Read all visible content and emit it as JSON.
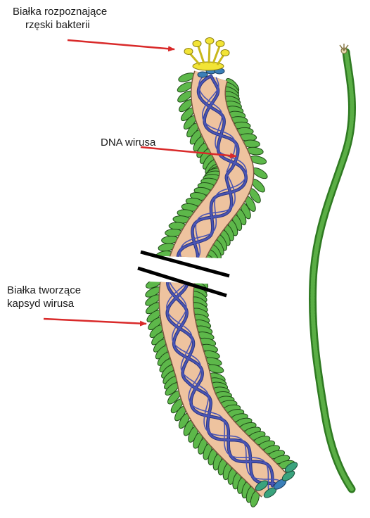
{
  "labels": {
    "receptor_proteins": {
      "line1": "Białka rozpoznające",
      "line2": "rzęski bakterii"
    },
    "viral_dna": {
      "text": "DNA wirusa"
    },
    "capsid_proteins": {
      "line1": "Białka tworzące",
      "line2": "kapsyd wirusa"
    }
  },
  "colors": {
    "capsid_green": "#5db84a",
    "capsid_outline": "#1f4a17",
    "core_tan": "#eec39f",
    "dna_blue": "#4a55b5",
    "dna_dark": "#2b3580",
    "tip_blue": "#3a7fb8",
    "tip_teal": "#3aa37d",
    "receptor_yellow": "#f2e436",
    "arrow_red": "#d92a2a",
    "whole_virus_green": "#4fa53c"
  }
}
